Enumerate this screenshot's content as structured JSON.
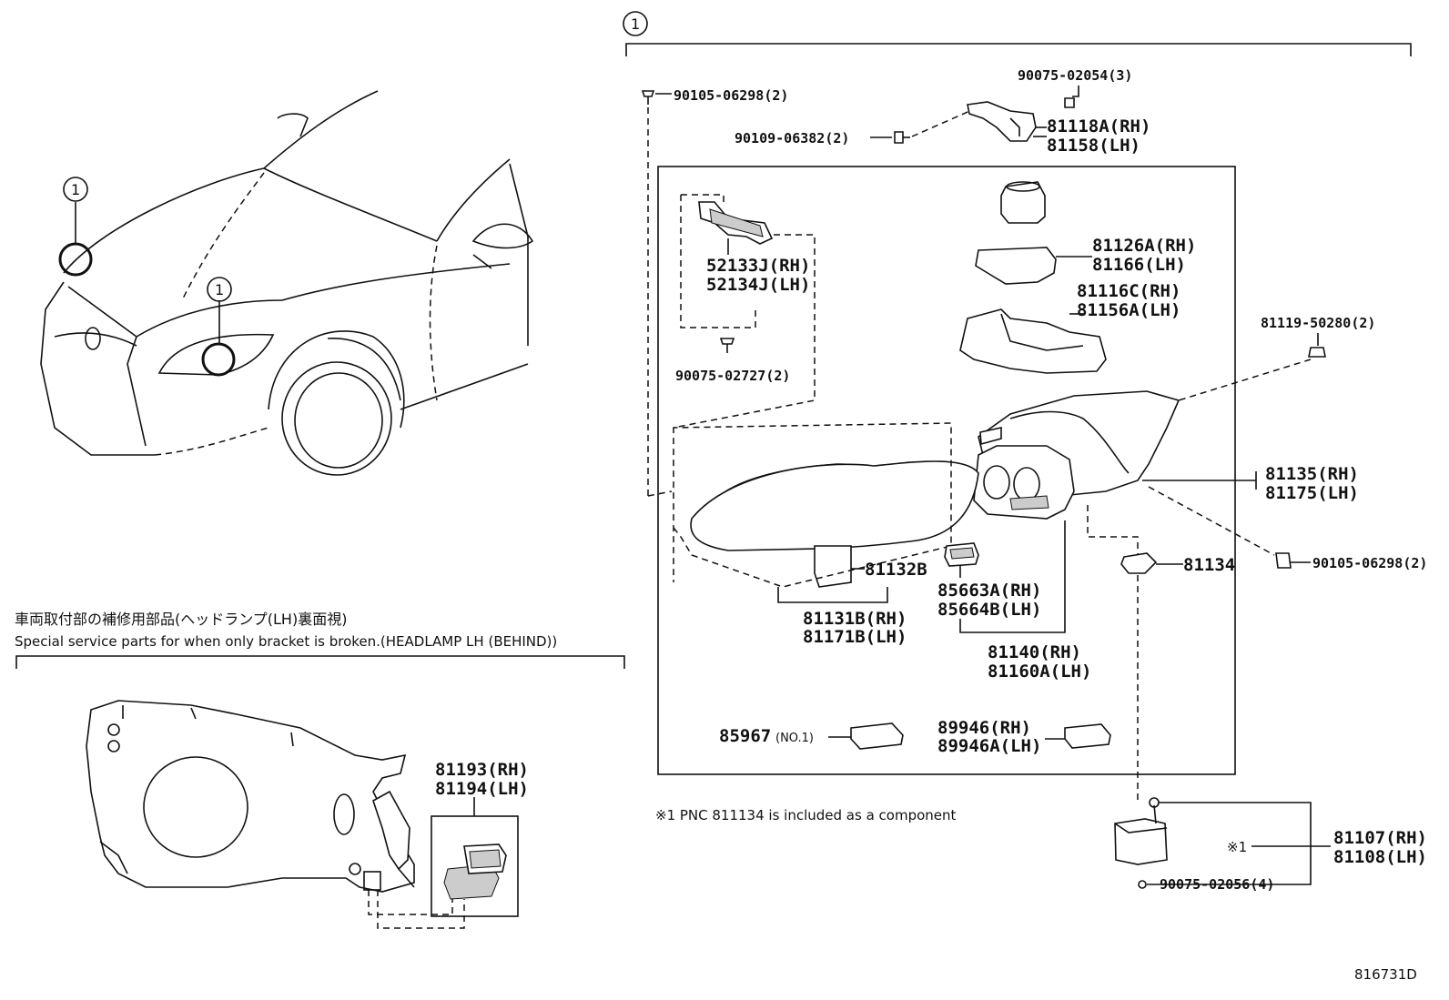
{
  "callout_marker": "1",
  "section_header_jp": "車両取付部の補修用部品(ヘッドランプ(LH)裏面視)",
  "section_header_en": "Special service parts for when only bracket is broken.(HEADLAMP LH (BEHIND))",
  "footnote": "※1 PNC 811134 is included as a component",
  "note_marker": "※1",
  "diagram_id": "816731D",
  "labels": {
    "p90105_06298_top": "90105-06298(2)",
    "p90075_02054": "90075-02054(3)",
    "p90109_06382": "90109-06382(2)",
    "p81118A": "81118A(RH)",
    "p81158": "81158(LH)",
    "p52133J": "52133J(RH)",
    "p52134J": "52134J(LH)",
    "p90075_02727": "90075-02727(2)",
    "p81126A": "81126A(RH)",
    "p81166": "81166(LH)",
    "p81116C": "81116C(RH)",
    "p81156A": "81156A(LH)",
    "p81119_50280": "81119-50280(2)",
    "p81135": "81135(RH)",
    "p81175": "81175(LH)",
    "p90105_06298_right": "90105-06298(2)",
    "p81132B": "81132B",
    "p81134": "81134",
    "p85663A": "85663A(RH)",
    "p85664B": "85664B(LH)",
    "p81131B": "81131B(RH)",
    "p81171B": "81171B(LH)",
    "p81140": "81140(RH)",
    "p81160A": "81160A(LH)",
    "p85967": "85967",
    "p85967_note": "(NO.1)",
    "p89946": "89946(RH)",
    "p89946A": "89946A(LH)",
    "p81107": "81107(RH)",
    "p81108": "81108(LH)",
    "p90075_02056": "90075-02056(4)",
    "p81193": "81193(RH)",
    "p81194": "81194(LH)"
  }
}
